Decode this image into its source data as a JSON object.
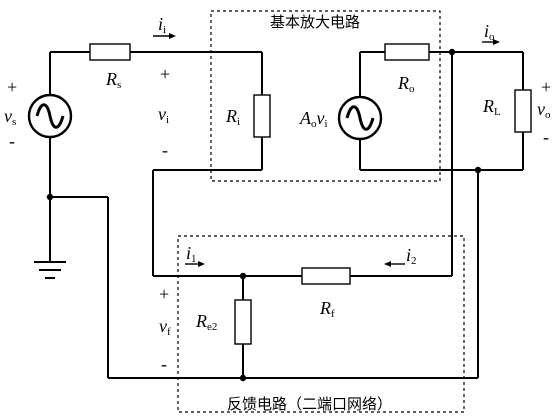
{
  "titles": {
    "basic_amp": "基本放大电路",
    "feedback": "反馈电路（二端口网络）"
  },
  "labels": {
    "Rs": {
      "main": "R",
      "sub": "s"
    },
    "Ri": {
      "main": "R",
      "sub": "i"
    },
    "Ro": {
      "main": "R",
      "sub": "o"
    },
    "RL": {
      "main": "R",
      "sub": "L"
    },
    "Rf": {
      "main": "R",
      "sub": "f"
    },
    "Re2": {
      "main": "R",
      "sub": "e2"
    },
    "vs": {
      "main": "v",
      "sub": "s"
    },
    "vi": {
      "main": "v",
      "sub": "i"
    },
    "vo": {
      "main": "v",
      "sub": "o"
    },
    "vf": {
      "main": "v",
      "sub": "f"
    },
    "ii": {
      "main": "i",
      "sub": "i"
    },
    "io": {
      "main": "i",
      "sub": "o"
    },
    "i1": {
      "main": "i",
      "sub": "1"
    },
    "i2": {
      "main": "i",
      "sub": "2"
    },
    "Aovi": {
      "A": "A",
      "Asub": "o",
      "v": "v",
      "vsub": "i"
    }
  },
  "signs": {
    "plus": "+",
    "minus": "-"
  }
}
